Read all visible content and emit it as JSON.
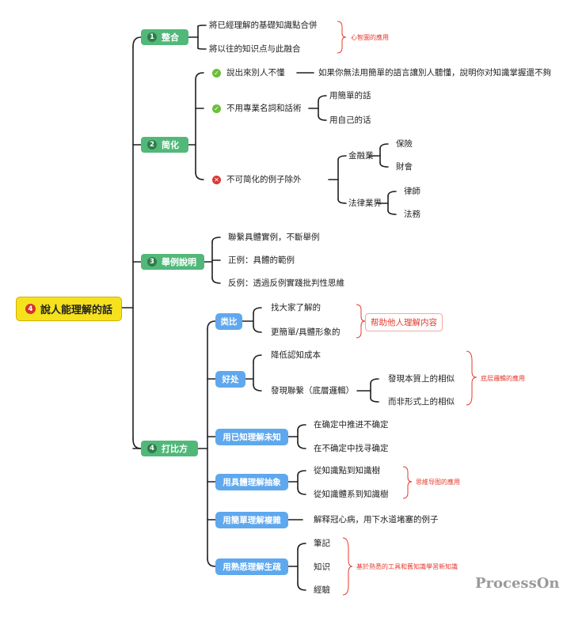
{
  "root": {
    "number": "4",
    "label": "說人能理解的話"
  },
  "branches": {
    "integrate": {
      "number": "1",
      "label": "整合",
      "items": [
        "將已經理解的基礎知識點合併",
        "將以往的知识点与此融合"
      ],
      "note": "心智圖的應用"
    },
    "simplify": {
      "number": "2",
      "label": "简化",
      "item1": {
        "label": "說出來別人不懂",
        "detail": "如果你無法用簡單的語言讓別人聽懂，說明你对知識掌握還不夠"
      },
      "item2": {
        "label": "不用專業名詞和話術",
        "children": [
          "用簡單的話",
          "用自己的话"
        ]
      },
      "item3": {
        "label": "不可简化的例子除外",
        "finance": {
          "label": "金融業",
          "children": [
            "保險",
            "財會"
          ]
        },
        "law": {
          "label": "法律業界",
          "children": [
            "律師",
            "法務"
          ]
        }
      }
    },
    "examples": {
      "number": "3",
      "label": "舉例說明",
      "items": [
        "聯繫具體實例，不斷舉例",
        "正例：具體的範例",
        "反例：透過反例實踐批判性思維"
      ]
    },
    "analogy": {
      "number": "4",
      "label": "打比方",
      "analogy_sub": {
        "label": "类比",
        "items": [
          "找大家了解的",
          "更簡單/具體形象的"
        ],
        "note": "帮助他人理解内容"
      },
      "benefit": {
        "label": "好处",
        "item1": "降低認知成本",
        "item2": "發現聯繫（底層邏輯）",
        "children": [
          "發現本質上的相似",
          "而非形式上的相似"
        ],
        "note": "底层邏輯的應用"
      },
      "known": {
        "label": "用已知理解未知",
        "items": [
          "在确定中推进不确定",
          "在不确定中找寻确定"
        ]
      },
      "concrete": {
        "label": "用具體理解抽象",
        "items": [
          "從知識點到知識樹",
          "從知識體系到知識樹"
        ],
        "note": "思維导图的應用"
      },
      "simple": {
        "label": "用簡單理解複雜",
        "items": [
          "解释冠心病，用下水道堵塞的例子"
        ]
      },
      "familiar": {
        "label": "用熟悉理解生疏",
        "items": [
          "筆記",
          "知识",
          "經驗"
        ],
        "note": "基於熟悉的工具和舊知識學習新知識"
      }
    }
  },
  "watermark": "ProcessOn",
  "colors": {
    "root": "#f5e21d",
    "green": "#52b87a",
    "blue": "#5fa8ee",
    "note": "#e53a2e",
    "line": "#1f1f1f"
  }
}
